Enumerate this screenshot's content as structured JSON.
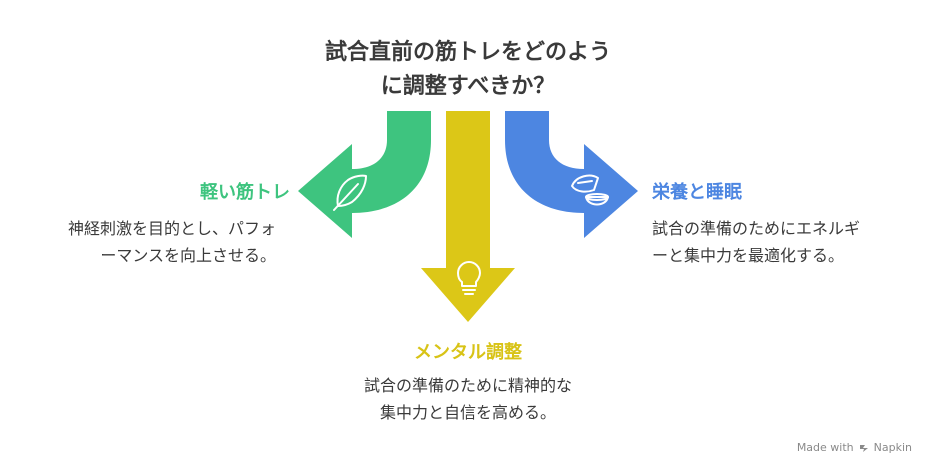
{
  "title": {
    "line1": "試合直前の筋トレをどのよう",
    "line2": "に調整すべきか？"
  },
  "options": {
    "left": {
      "label": "軽い筋トレ",
      "desc1": "神経刺激を目的とし、パフォ",
      "desc2": "ーマンスを向上させる。",
      "color": "#3ec47f",
      "icon": "feather-icon"
    },
    "middle": {
      "label": "メンタル調整",
      "desc1": "試合の準備のために精神的な",
      "desc2": "集中力と自信を高める。",
      "color": "#dcc717",
      "icon": "lightbulb-icon"
    },
    "right": {
      "label": "栄養と睡眠",
      "desc1": "試合の準備のためにエネルギ",
      "desc2": "ーと集中力を最適化する。",
      "color": "#4d86e1",
      "icon": "food-bowl-icon"
    }
  },
  "credit": {
    "made_with": "Made with",
    "brand": "Napkin"
  }
}
